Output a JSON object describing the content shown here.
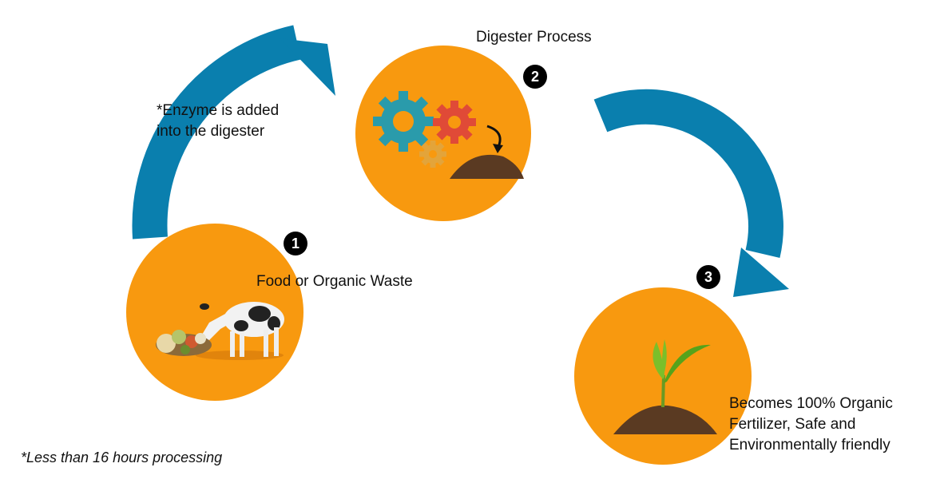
{
  "colors": {
    "arrow": "#0a7fae",
    "circle": "#f8990f",
    "badge": "#000000",
    "gear_teal": "#2a9bab",
    "gear_red": "#e04a37",
    "gear_yellow": "#e3a43a",
    "soil": "#5a3a22",
    "plant_green": "#56a31b"
  },
  "steps": [
    {
      "number": "1",
      "label": "Food or Organic Waste",
      "illustration": "cow-and-food-waste"
    },
    {
      "number": "2",
      "label": "Digester Process",
      "illustration": "gears-and-soil"
    },
    {
      "number": "3",
      "label": "Becomes 100% Organic Fertilizer, Safe and Environmentally friendly",
      "illustration": "seedling-in-soil"
    }
  ],
  "annotation": "*Enzyme is added into the digester",
  "footnote": "*Less than 16 hours processing",
  "icons": [
    "cycle-arrow-icon",
    "gear-icon",
    "cow-icon",
    "seedling-icon",
    "soil-icon"
  ]
}
